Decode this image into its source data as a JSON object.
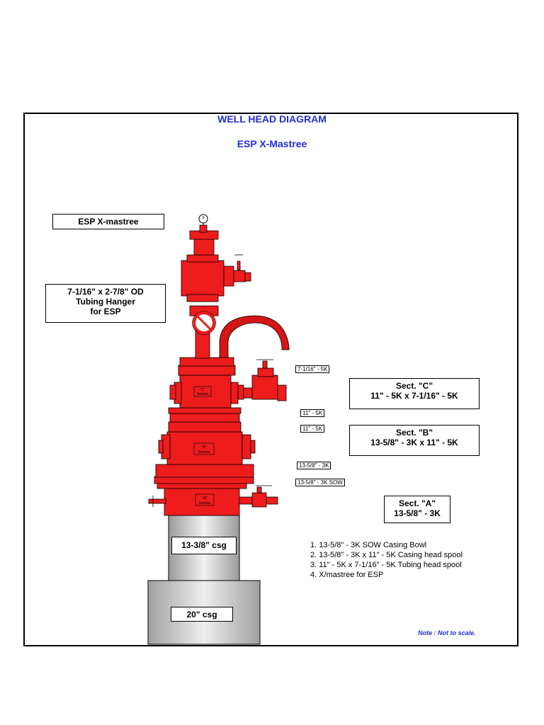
{
  "title": "WELL HEAD DIAGRAM",
  "subtitle": "ESP X-Mastree",
  "labels": {
    "xmastree": "ESP X-mastree",
    "hanger": [
      "7-1/16\" x 2-7/8\" OD",
      "Tubing Hanger",
      "for  ESP"
    ],
    "sect_c": [
      "Sect. \"C\"",
      "11\" - 5K x 7-1/16\" - 5K"
    ],
    "sect_b": [
      "Sect. \"B\"",
      "13-5/8\" - 3K x 11\" - 5K"
    ],
    "sect_a": [
      "Sect. \"A\"",
      "13-5/8\"  -  3K"
    ],
    "csg_inner": "13-3/8\" csg",
    "csg_outer": "20\" csg"
  },
  "flange_tags": [
    "7-1/16\" - 5K",
    "11\" - 5K",
    "11\" - 5K",
    "13-5/8\" - 3K",
    "13-5/8\" - 3K  SOW"
  ],
  "section_marks": [
    [
      "\"C\"",
      "Section"
    ],
    [
      "\"B\"",
      "Section"
    ],
    [
      "\"A\"",
      "Section"
    ]
  ],
  "legend": [
    "1. 13-5/8\" - 3K SOW Casing Bowl",
    "2. 13-5/8\" - 3K x 11\" - 5K Casing head spool",
    "3. 11\" - 5K x  7-1/16\" - 5K Tubing head spool",
    "4. X/mastree for ESP"
  ],
  "note": "Note : Not to scale.",
  "colors": {
    "title": "#1f2fd0",
    "equipment": "#ee1c1c",
    "outline": "#000000"
  }
}
